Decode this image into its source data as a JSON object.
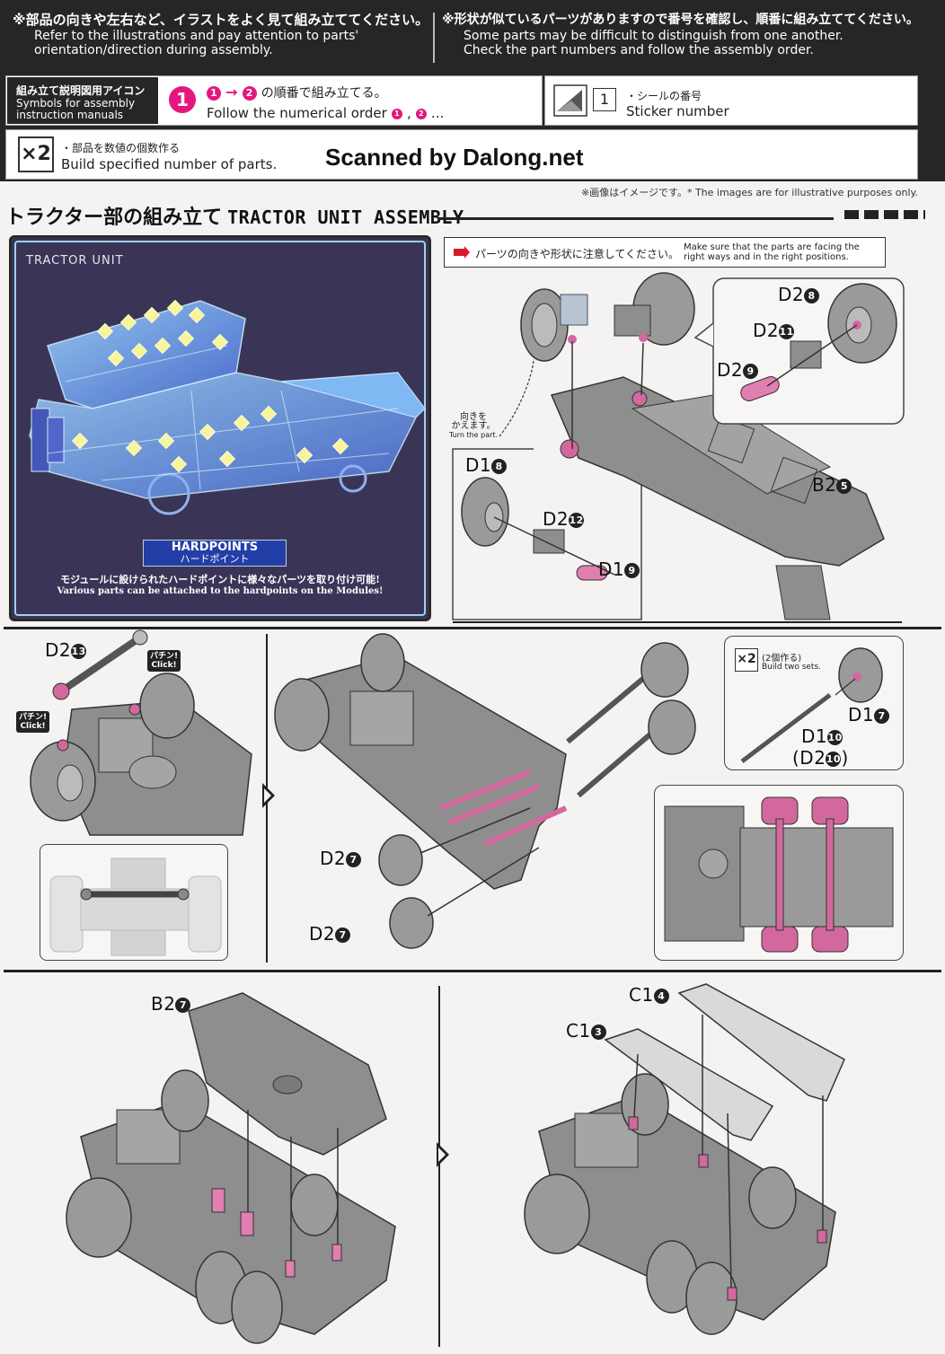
{
  "header": {
    "left_jp": "※部品の向きや左右など、イラストをよく見て組み立ててください。",
    "left_en1": "Refer to the illustrations and pay attention to parts'",
    "left_en2": "orientation/direction during assembly.",
    "right_jp": "※形状が似ているパーツがありますので番号を確認し、順番に組み立ててください。",
    "right_en1": "Some parts may be difficult to distinguish from one another.",
    "right_en2": "Check the part numbers and follow the assembly order."
  },
  "legend": {
    "title_jp": "組み立て説明図用アイコン",
    "title_en1": "Symbols for assembly",
    "title_en2": "instruction manuals",
    "step_num": "1",
    "order_jp": "の順番で組み立てる。",
    "order_en": "Follow the numerical order",
    "order_badge1": "1",
    "order_badge2": "2",
    "order_dots": "...",
    "sticker_num": "1",
    "sticker_jp": "・シールの番号",
    "sticker_en": "Sticker number",
    "x2": "×2",
    "x2_jp": "・部品を数値の個数作る",
    "x2_en": "Build specified number of parts.",
    "scanned": "Scanned by Dalong.net",
    "disclaimer": "※画像はイメージです。* The images are for illustrative purposes only."
  },
  "section": {
    "title_jp": "トラクター部の組み立て",
    "title_en": "TRACTOR UNIT ASSEMBLY"
  },
  "tractor_panel": {
    "label": "TRACTOR UNIT",
    "hardpoints_en": "HARDPOINTS",
    "hardpoints_jp": "ハードポイント",
    "note_jp": "モジュールに設けられたハードポイントに様々なパーツを取り付け可能!",
    "note_en": "Various parts can be attached to the hardpoints on the Modules!"
  },
  "caution": {
    "jp": "パーツの向きや形状に注意してください。",
    "en": "Make sure that the parts are facing the right ways and in the right positions."
  },
  "turn_note": {
    "jp1": "向きを",
    "jp2": "かえます。",
    "en": "Turn the part."
  },
  "click": {
    "jp": "パチン!",
    "en": "Click!"
  },
  "build_two": {
    "x2": "×2",
    "jp": "(2個作る)",
    "en": "Build two sets."
  },
  "labels": {
    "d2_8": "D2",
    "n8": "8",
    "d2_11": "D2",
    "n11": "11",
    "d2_9": "D2",
    "n9": "9",
    "b2_5": "B2",
    "n5": "5",
    "d1_8": "D1",
    "n8b": "8",
    "d2_12": "D2",
    "n12": "12",
    "d1_9": "D1",
    "n9b": "9",
    "d2_13": "D2",
    "n13": "13",
    "d2_7a": "D2",
    "n7a": "7",
    "d2_7b": "D2",
    "n7b": "7",
    "d1_7": "D1",
    "n7c": "7",
    "d1_10": "D1",
    "n10": "10",
    "d2_10_paren_open": "(D2",
    "n10b": "10",
    "paren_close": ")",
    "b2_7": "B2",
    "n7d": "7",
    "c1_4": "C1",
    "n4": "4",
    "c1_3": "C1",
    "n3": "3"
  },
  "colors": {
    "accent": "#e6167f",
    "part_grey": "#8c8c8c",
    "dark": "#262626",
    "panel": "#3a3556"
  }
}
